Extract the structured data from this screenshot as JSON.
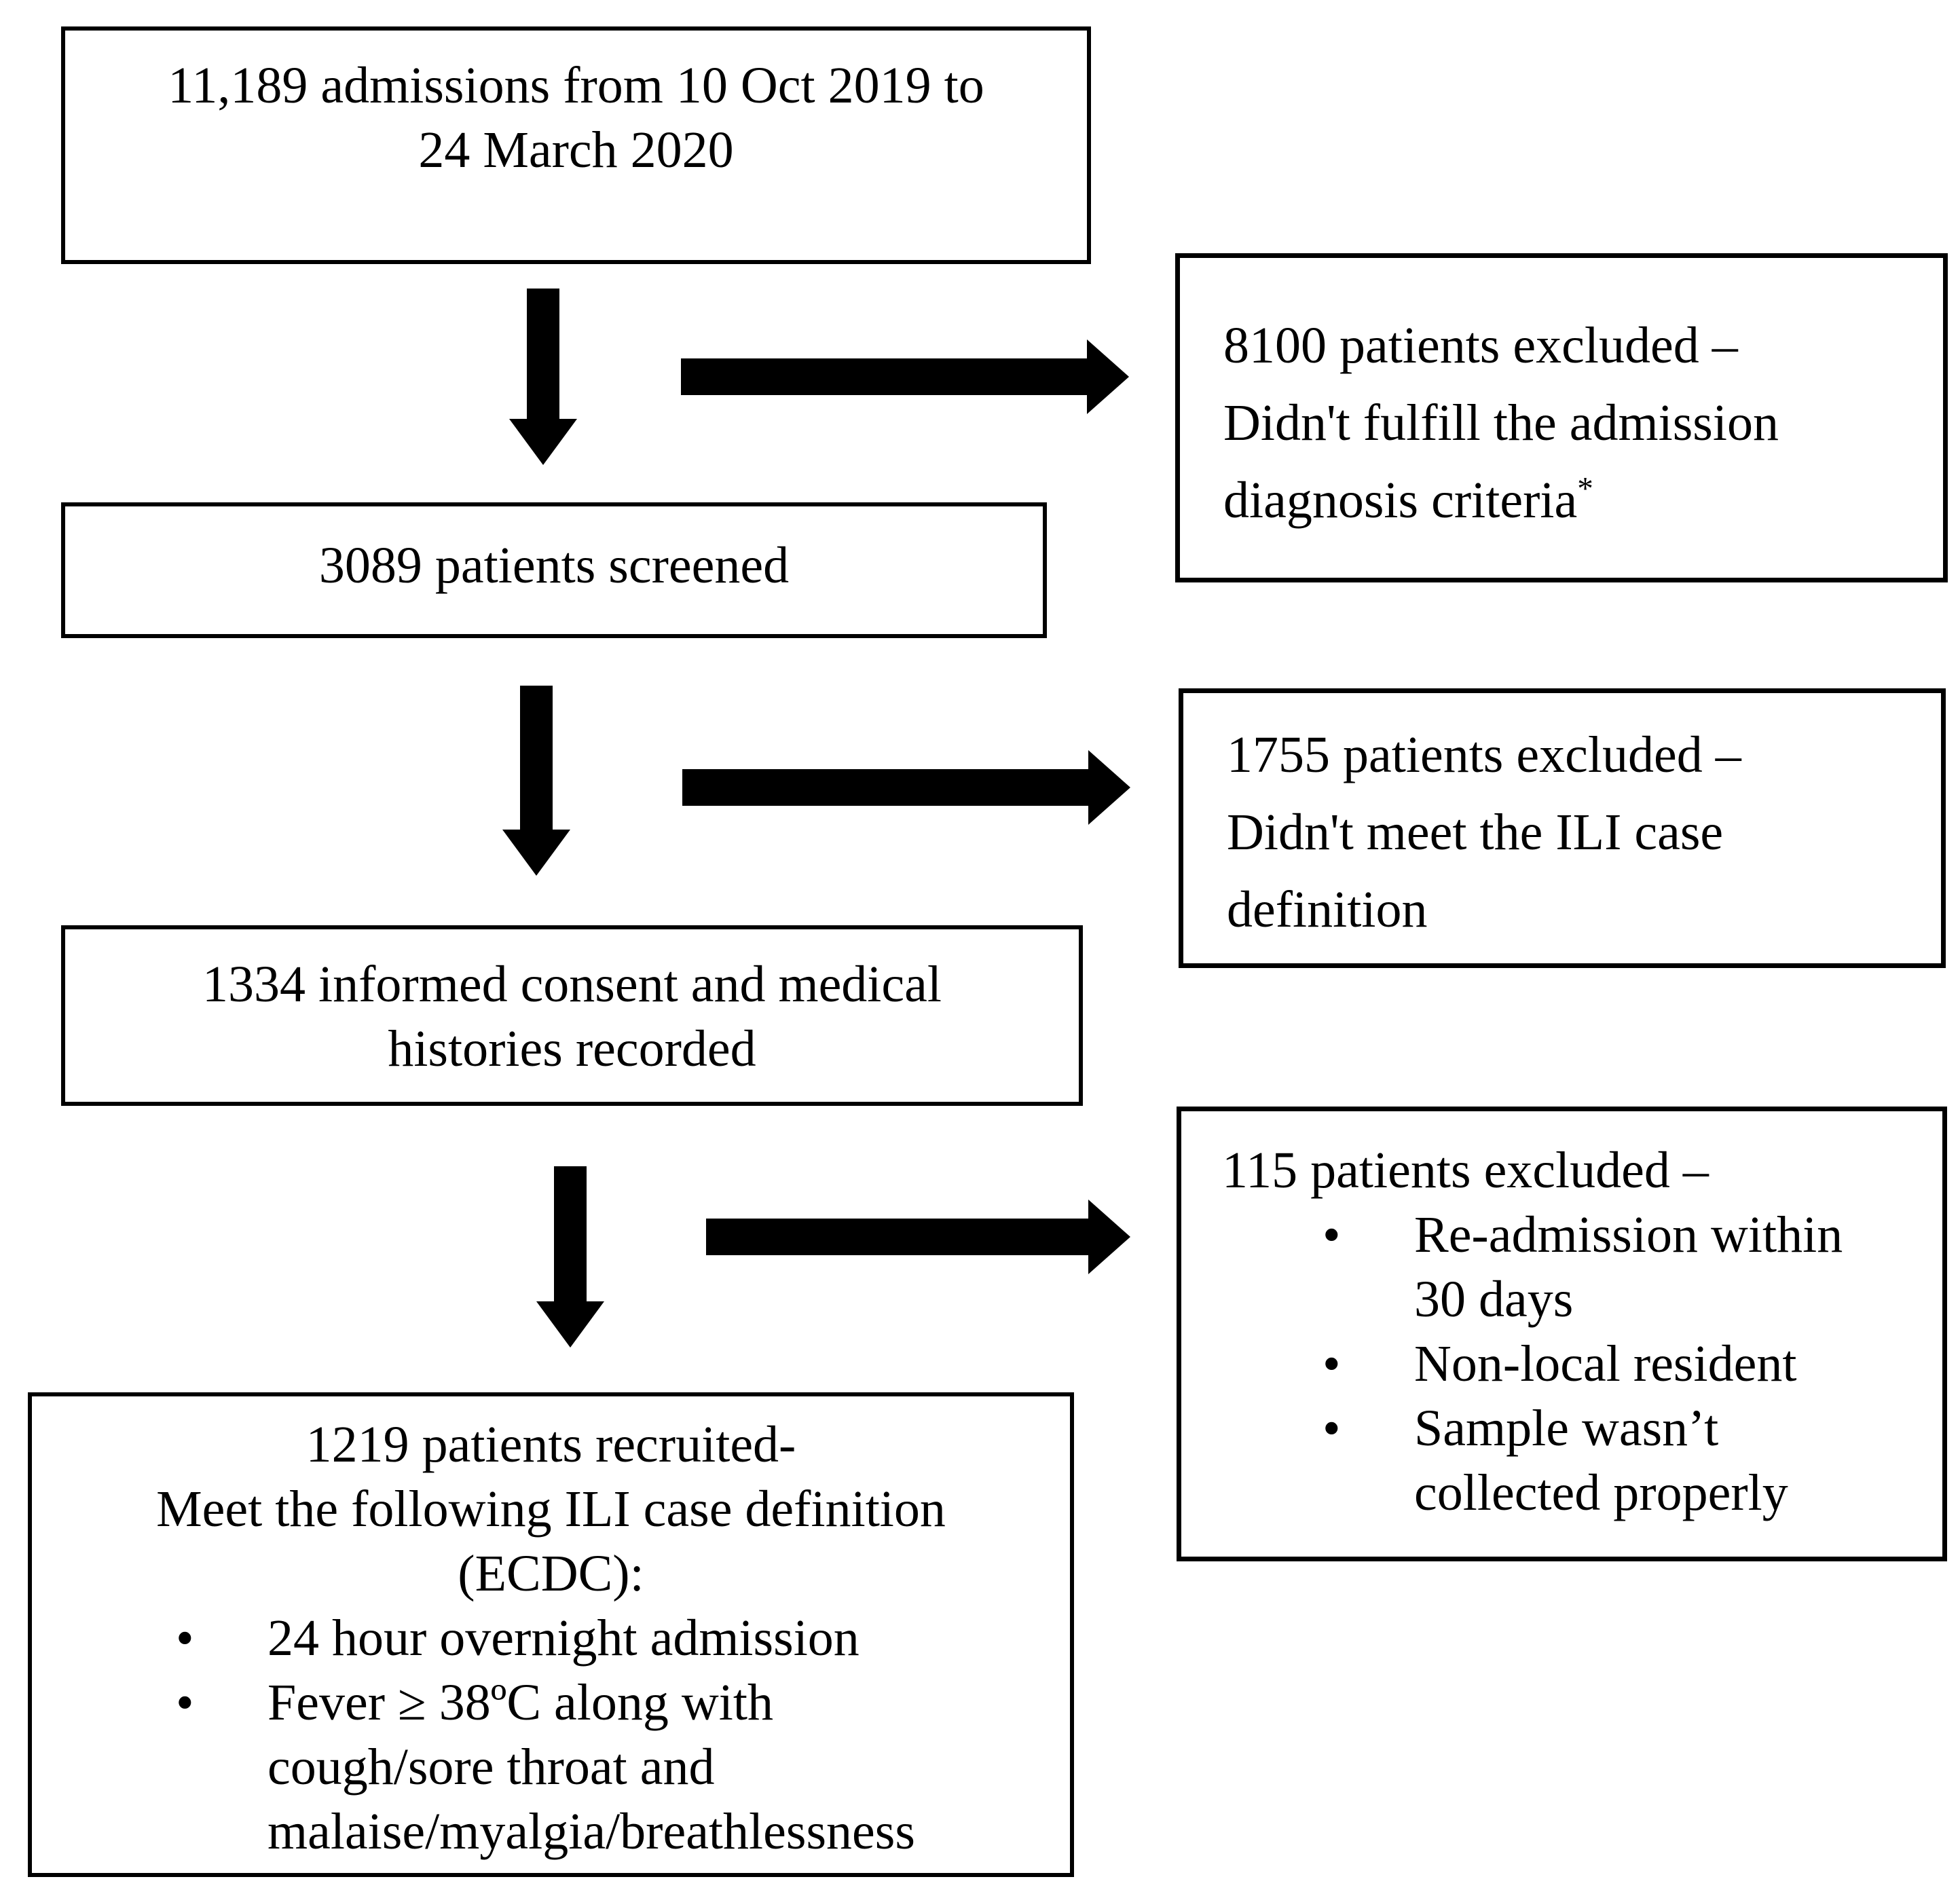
{
  "flow": {
    "admissions": {
      "lines": [
        "11,189 admissions from 10 Oct 2019 to",
        "24 March 2020"
      ]
    },
    "screened": {
      "lines": [
        "3089 patients screened"
      ]
    },
    "consent": {
      "lines": [
        "1334 informed consent and medical",
        "histories recorded"
      ]
    },
    "recruited": {
      "heading_lines": [
        "1219 patients recruited-",
        "Meet the following ILI case definition",
        "(ECDC):"
      ],
      "bullets": [
        {
          "lines": [
            "24 hour overnight admission"
          ]
        },
        {
          "lines": [
            "Fever ≥ 38ºC along with",
            "cough/sore throat and",
            "malaise/myalgia/breathlessness"
          ]
        }
      ]
    },
    "excluded_8100": {
      "lines": [
        "8100 patients excluded –",
        "Didn't fulfill the admission"
      ],
      "last_line": "diagnosis criteria",
      "footnote_marker": "*"
    },
    "excluded_1755": {
      "lines": [
        "1755 patients excluded –",
        "Didn't meet the ILI case",
        "definition"
      ]
    },
    "excluded_115": {
      "title": "115 patients excluded –",
      "bullets": [
        {
          "lines": [
            "Re-admission within",
            "30 days"
          ]
        },
        {
          "lines": [
            "Non-local resident"
          ]
        },
        {
          "lines": [
            "Sample wasn’t",
            "collected properly"
          ]
        }
      ]
    },
    "bullet_glyph": "•",
    "arrows": [
      {
        "name": "down-arrow-1",
        "from": "admissions",
        "to": "screened",
        "direction": "down"
      },
      {
        "name": "right-arrow-1",
        "from": "admissions",
        "to": "excluded_8100",
        "direction": "right"
      },
      {
        "name": "down-arrow-2",
        "from": "screened",
        "to": "consent",
        "direction": "down"
      },
      {
        "name": "right-arrow-2",
        "from": "screened",
        "to": "excluded_1755",
        "direction": "right"
      },
      {
        "name": "down-arrow-3",
        "from": "consent",
        "to": "recruited",
        "direction": "down"
      },
      {
        "name": "right-arrow-3",
        "from": "consent",
        "to": "excluded_115",
        "direction": "right"
      }
    ],
    "colors": {
      "ink": "#000000",
      "background": "#ffffff"
    }
  }
}
